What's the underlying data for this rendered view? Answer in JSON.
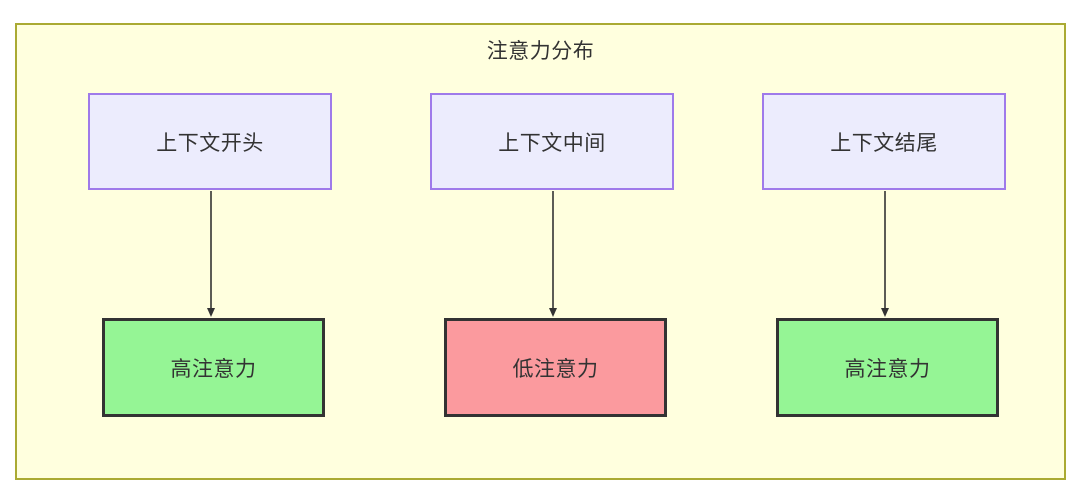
{
  "diagram": {
    "title": "注意力分布",
    "container": {
      "fill": "#ffffde",
      "stroke": "#aaaa33"
    },
    "context_nodes": [
      {
        "id": "ctx-0",
        "label": "上下文开头",
        "fill": "#ececfd",
        "stroke": "#9f7aea"
      },
      {
        "id": "ctx-1",
        "label": "上下文中间",
        "fill": "#ececfd",
        "stroke": "#9f7aea"
      },
      {
        "id": "ctx-2",
        "label": "上下文结尾",
        "fill": "#ececfd",
        "stroke": "#9f7aea"
      }
    ],
    "attention_nodes": [
      {
        "id": "att-0",
        "label": "高注意力",
        "fill": "#95f595",
        "stroke": "#333333"
      },
      {
        "id": "att-1",
        "label": "低注意力",
        "fill": "#fb9a9e",
        "stroke": "#333333"
      },
      {
        "id": "att-2",
        "label": "高注意力",
        "fill": "#95f595",
        "stroke": "#333333"
      }
    ],
    "edges": [
      {
        "from": "ctx-0",
        "to": "att-0",
        "name": "arrow-context-start-to-high-attention"
      },
      {
        "from": "ctx-1",
        "to": "att-1",
        "name": "arrow-context-middle-to-low-attention"
      },
      {
        "from": "ctx-2",
        "to": "att-2",
        "name": "arrow-context-end-to-high-attention"
      }
    ],
    "edge_color": "#333333"
  }
}
